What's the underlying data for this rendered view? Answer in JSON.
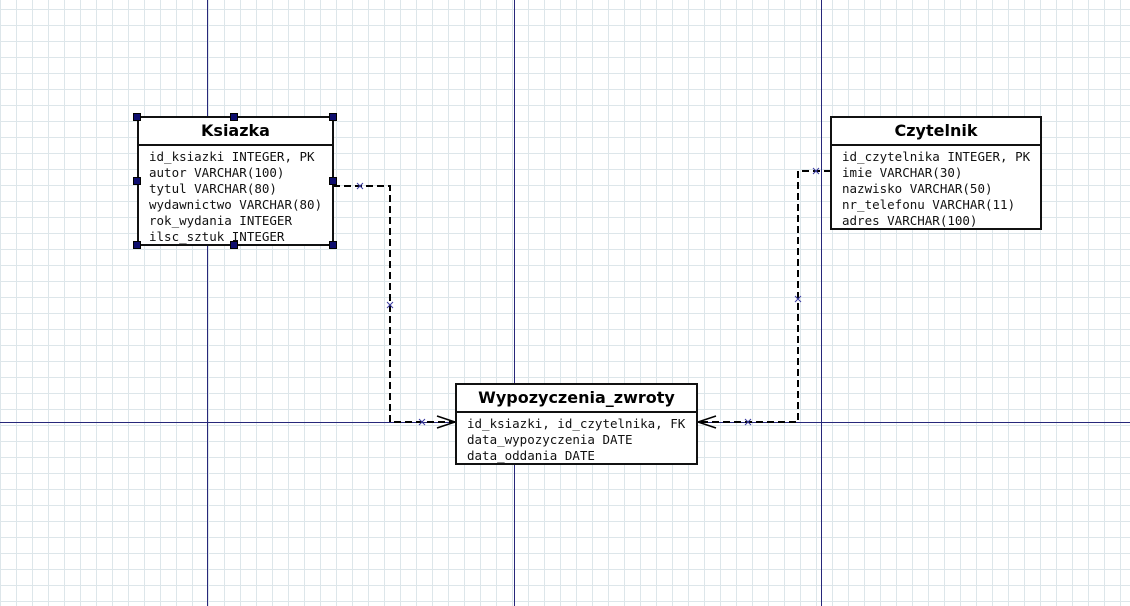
{
  "diagram": {
    "entities": [
      {
        "id": "ksiazka",
        "title": "Ksiazka",
        "fields": [
          "id_ksiazki INTEGER, PK",
          "autor VARCHAR(100)",
          "tytul VARCHAR(80)",
          "wydawnictwo VARCHAR(80)",
          "rok_wydania INTEGER",
          "ilsc_sztuk INTEGER"
        ],
        "selected": true
      },
      {
        "id": "czytelnik",
        "title": "Czytelnik",
        "fields": [
          "id_czytelnika INTEGER, PK",
          "imie VARCHAR(30)",
          "nazwisko VARCHAR(50)",
          "nr_telefonu VARCHAR(11)",
          "adres VARCHAR(100)"
        ],
        "selected": false
      },
      {
        "id": "wypozyczenia",
        "title": "Wypozyczenia_zwroty",
        "fields": [
          "id_ksiazki, id_czytelnika, FK",
          "data_wypozyczenia DATE",
          "data_oddania DATE"
        ],
        "selected": false
      }
    ],
    "relations": [
      {
        "from": "ksiazka",
        "to": "wypozyczenia",
        "style": "dashed"
      },
      {
        "from": "czytelnik",
        "to": "wypozyczenia",
        "style": "dashed"
      }
    ],
    "colors": {
      "guide_line": "#27277a",
      "grid": "#dde6ea",
      "handle": "#0e0e6e",
      "border": "#111111"
    }
  }
}
